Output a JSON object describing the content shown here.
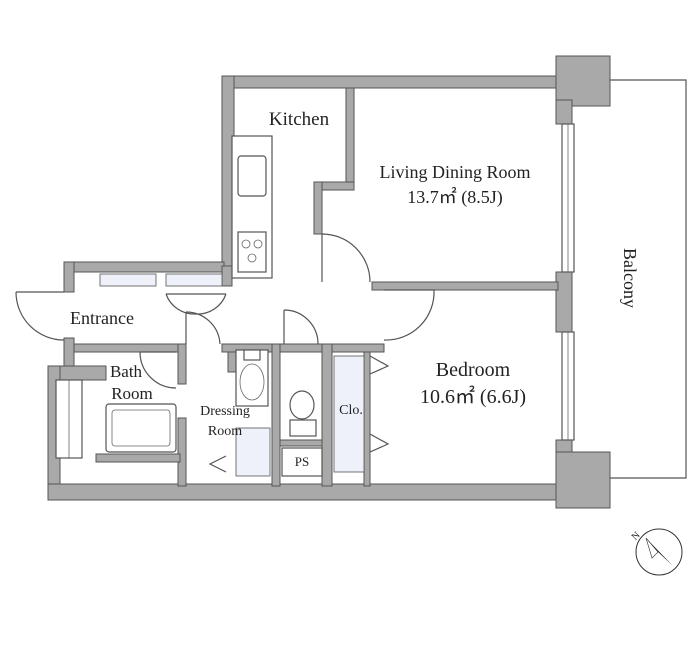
{
  "rooms": {
    "kitchen": "Kitchen",
    "living_name": "Living Dining Room",
    "living_area": "13.7㎡ (8.5J)",
    "entrance": "Entrance",
    "bath_1": "Bath",
    "bath_2": "Room",
    "dressing_1": "Dressing",
    "dressing_2": "Room",
    "bedroom_name": "Bedroom",
    "bedroom_area": "10.6㎡ (6.6J)",
    "closet": "Clo.",
    "ps": "PS",
    "balcony": "Balcony"
  },
  "compass": {
    "north_label": "N"
  },
  "colors": {
    "wall": "#a9a9a9",
    "storage": "#eef1fa"
  }
}
